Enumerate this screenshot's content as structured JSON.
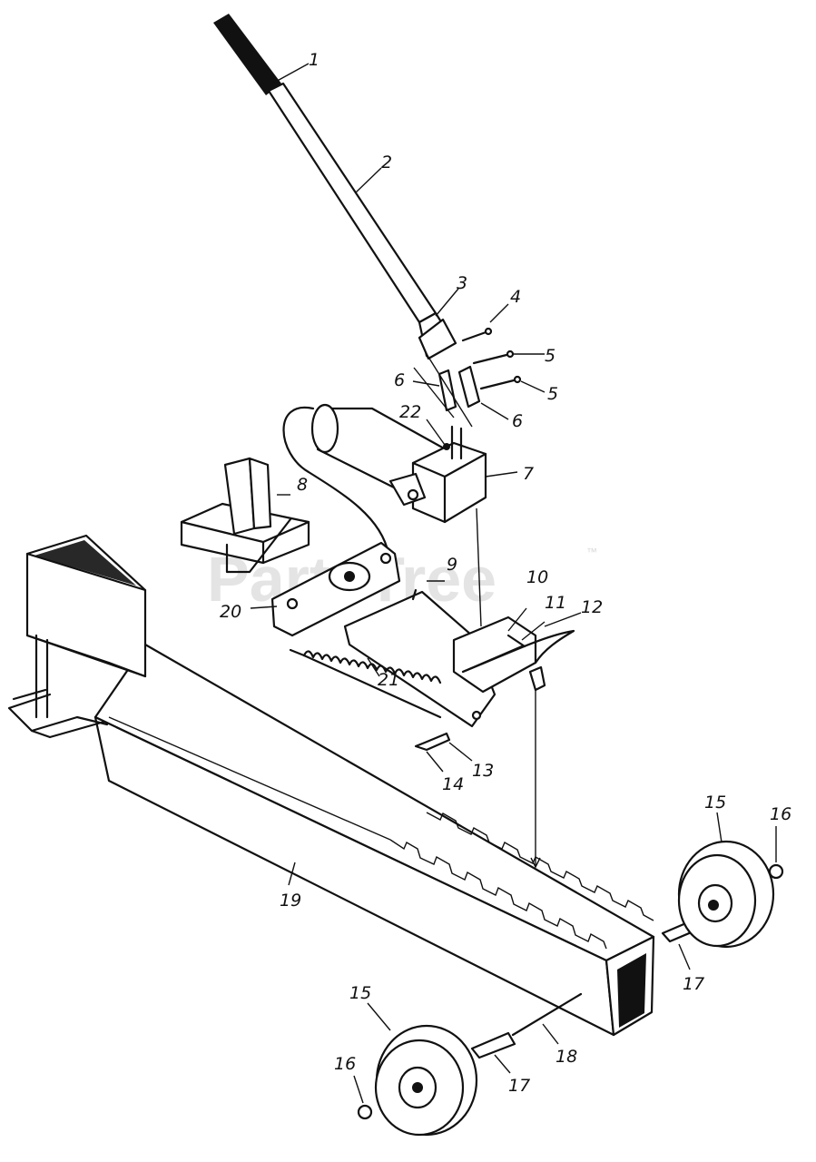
{
  "watermark": {
    "text": "PartsTree",
    "mark": "™"
  },
  "callouts": {
    "c1": "1",
    "c2": "2",
    "c3": "3",
    "c4": "4",
    "c5a": "5",
    "c5b": "5",
    "c6a": "6",
    "c6b": "6",
    "c7": "7",
    "c8": "8",
    "c9": "9",
    "c10": "10",
    "c11": "11",
    "c12": "12",
    "c13": "13",
    "c14": "14",
    "c15a": "15",
    "c15b": "15",
    "c16a": "16",
    "c16b": "16",
    "c17a": "17",
    "c17b": "17",
    "c18": "18",
    "c19": "19",
    "c20": "20",
    "c21": "21",
    "c22": "22"
  }
}
